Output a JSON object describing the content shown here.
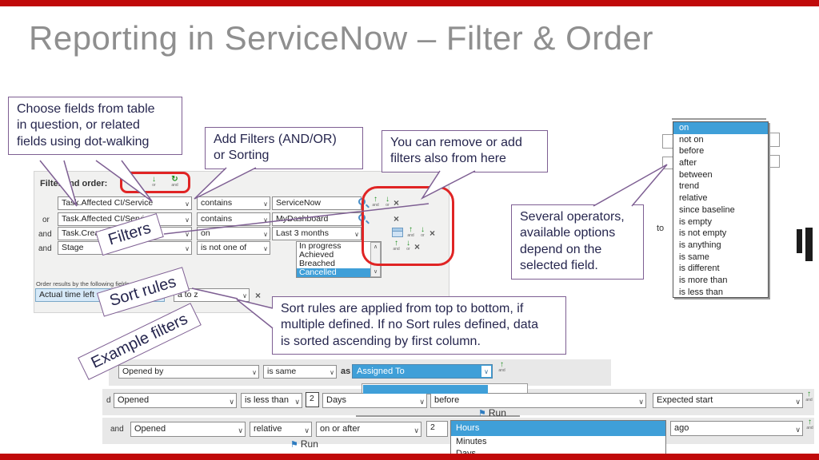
{
  "slide": {
    "title": "Reporting in ServiceNow – Filter & Order"
  },
  "callouts": {
    "choose_fields": "Choose fields from table\nin question, or related\nfields using dot-walking",
    "add_filters": "Add Filters (AND/OR)\nor Sorting",
    "remove_add": "You can remove or add\nfilters also from here",
    "operators": "Several operators,\navailable options\ndepend on the\nselected field.",
    "sort_rules": "Sort rules are applied from top to bottom, if\nmultiple defined. If no Sort rules defined, data\nis sorted ascending by first column."
  },
  "sticky_labels": {
    "filters": "Filters",
    "sort_rules": "Sort rules",
    "example_filters": "Example filters"
  },
  "filter_panel": {
    "header": "Filter and order:",
    "toolbar": {
      "add_and": "and",
      "add_or": "or",
      "add_sort": "and"
    },
    "rows": [
      {
        "prefix": "",
        "field": "Task.Affected CI/Service",
        "operator": "contains",
        "value": "ServiceNow"
      },
      {
        "prefix": "or",
        "field": "Task.Affected CI/Service",
        "operator": "contains",
        "value": "MyDashboard"
      },
      {
        "prefix": "and",
        "field": "Task.Created",
        "operator": "on",
        "value": "Last 3 months"
      },
      {
        "prefix": "and",
        "field": "Stage",
        "operator": "is not one of"
      }
    ],
    "stage_options": [
      "In progress",
      "Achieved",
      "Breached",
      "Cancelled"
    ],
    "order_label": "Order results by the following fields",
    "sort_field": "Actual time left",
    "sort_direction": "a to z"
  },
  "operator_menu": {
    "items": [
      "on",
      "not on",
      "before",
      "after",
      "between",
      "trend",
      "relative",
      "since baseline",
      "is empty",
      "is not empty",
      "is anything",
      "is same",
      "is different",
      "is more than",
      "is less than"
    ],
    "selected": "on",
    "fragment_label": "to"
  },
  "examples": {
    "row_same": {
      "field": "Opened by",
      "operator": "is same",
      "as_label": "as",
      "value": "Assigned To"
    },
    "row_less": {
      "prefix": "d",
      "field": "Opened",
      "operator": "is less than",
      "amount": "2",
      "unit": "Days",
      "modifier": "before",
      "target": "Expected start"
    },
    "row_relative": {
      "prefix": "and",
      "field": "Opened",
      "operator": "relative",
      "condition": "on or after",
      "amount": "2",
      "suffix": "ago"
    },
    "unit_options": [
      "Hours",
      "Minutes",
      "Days"
    ],
    "run_label": "Run"
  }
}
